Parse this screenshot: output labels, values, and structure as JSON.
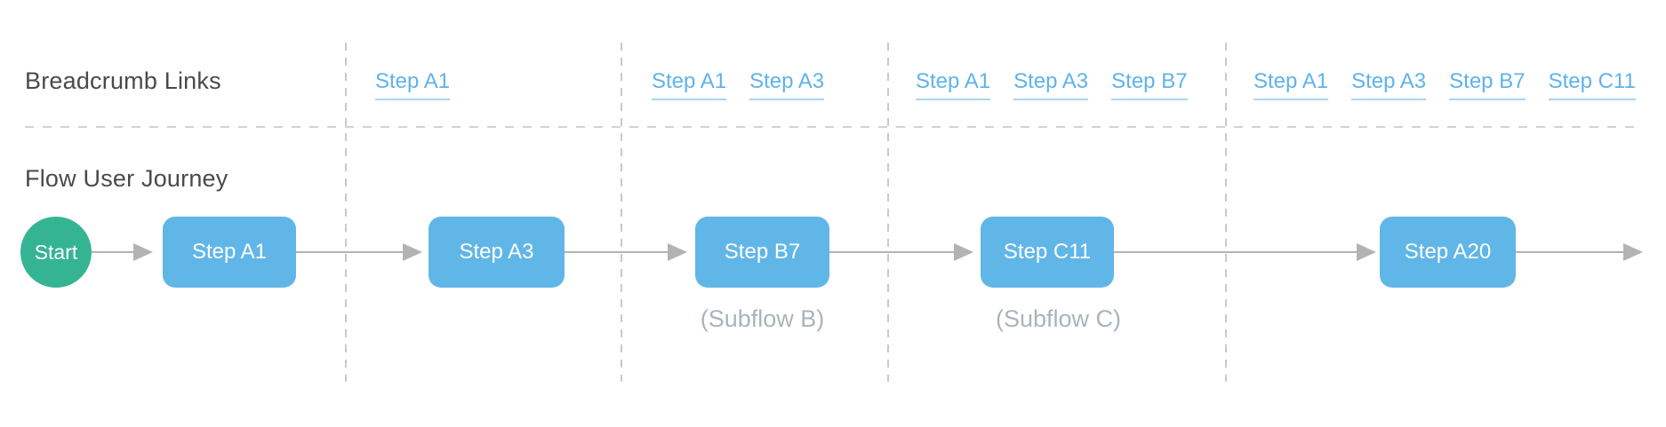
{
  "colors": {
    "accent_blue": "#61b6e8",
    "link_blue": "#5fb3ea",
    "link_underline": "#a8d4f2",
    "start_green": "#35b493",
    "heading_gray": "#4a4a4a",
    "subflow_gray": "#aab4bc",
    "arrow_gray": "#b3b3b3",
    "separator_gray": "#c9c9c9"
  },
  "breadcrumb_section": {
    "title": "Breadcrumb Links",
    "columns": [
      {
        "links": [
          "Step A1"
        ]
      },
      {
        "links": [
          "Step A1",
          "Step A3"
        ]
      },
      {
        "links": [
          "Step A1",
          "Step A3",
          "Step B7"
        ]
      },
      {
        "links": [
          "Step A1",
          "Step A3",
          "Step B7",
          "Step C11"
        ]
      }
    ]
  },
  "flow_section": {
    "title": "Flow User Journey",
    "start_label": "Start",
    "steps": [
      {
        "label": "Step A1",
        "subflow": ""
      },
      {
        "label": "Step A3",
        "subflow": ""
      },
      {
        "label": "Step B7",
        "subflow": "(Subflow B)"
      },
      {
        "label": "Step C11",
        "subflow": "(Subflow C)"
      },
      {
        "label": "Step A20",
        "subflow": ""
      }
    ]
  }
}
